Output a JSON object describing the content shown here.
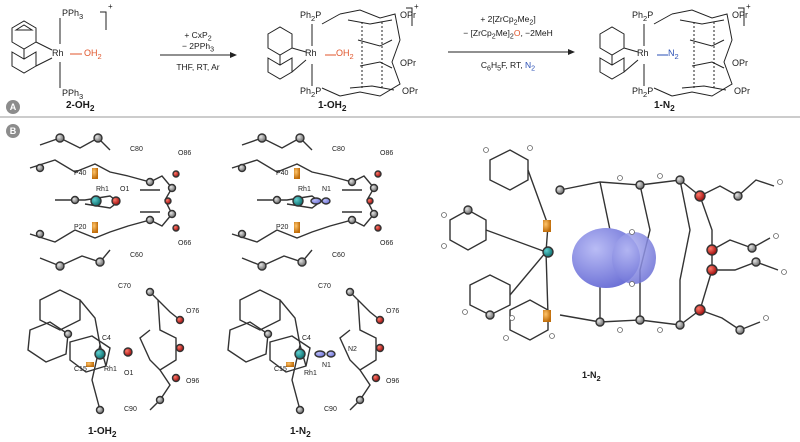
{
  "scheme": {
    "badge": "A",
    "compounds": {
      "left": {
        "name": "2-OH",
        "sub": "2",
        "groups": [
          "PPh",
          "Rh",
          "OH",
          "PPh"
        ],
        "sub3": "3",
        "charge": "+"
      },
      "mid": {
        "name": "1-OH",
        "sub": "2",
        "groups": [
          "Ph",
          "P",
          "Rh",
          "OH",
          "Ph",
          "P",
          "OPr",
          "OPr",
          "OPr"
        ],
        "charge": "+"
      },
      "right": {
        "name": "1-N",
        "sub": "2",
        "groups": [
          "Ph",
          "P",
          "Rh",
          "N",
          "Ph",
          "P",
          "OPr",
          "OPr",
          "OPr"
        ],
        "charge": "+"
      }
    },
    "arrow1": {
      "above1": "+ CxP",
      "above1_sub": "2",
      "above2": "− 2PPh",
      "above2_sub": "3",
      "below": "THF, RT, Ar"
    },
    "arrow2": {
      "above1": "+ 2[ZrCp",
      "above1_sub": "2",
      "above1_tail": "Me",
      "above1_tail_sub": "2",
      "above1_end": "]",
      "above2_a": "− [ZrCp",
      "above2_sub": "2",
      "above2_b": "Me]",
      "above2_sub2": "2",
      "above2_o": "O",
      "above2_c": ", −2MeH",
      "below_a": "C",
      "below_sub1": "6",
      "below_b": "H",
      "below_sub2": "5",
      "below_c": "F, RT, ",
      "below_n": "N",
      "below_sub3": "2"
    }
  },
  "structures": {
    "badge": "B",
    "tl": {
      "labels": [
        "C80",
        "O86",
        "P40",
        "Rh1",
        "O1",
        "P20",
        "O66",
        "C60"
      ]
    },
    "tm": {
      "labels": [
        "C80",
        "O86",
        "P40",
        "Rh1",
        "N1",
        "P20",
        "O66",
        "C60"
      ]
    },
    "bl": {
      "labels": [
        "C70",
        "O76",
        "C4",
        "C15",
        "Rh1",
        "O1",
        "O96",
        "C90"
      ],
      "caption": "1-OH",
      "caption_sub": "2"
    },
    "bm": {
      "labels": [
        "C70",
        "O76",
        "C4",
        "N2",
        "C15",
        "N1",
        "Rh1",
        "O96",
        "C90"
      ],
      "caption": "1-N",
      "caption_sub": "2"
    },
    "spacefill": {
      "caption": "1-N",
      "caption_sub": "2"
    }
  },
  "colors": {
    "rhodium": "#1f8f8f",
    "phosphorus": "#e8921e",
    "oxygen": "#d11f1f",
    "nitrogen": "#8a8ee8",
    "carbon": "#7a7a7a",
    "hydrogen": "#ffffff",
    "divider": "#9a9a9a",
    "badge": "#8c8c8c"
  }
}
